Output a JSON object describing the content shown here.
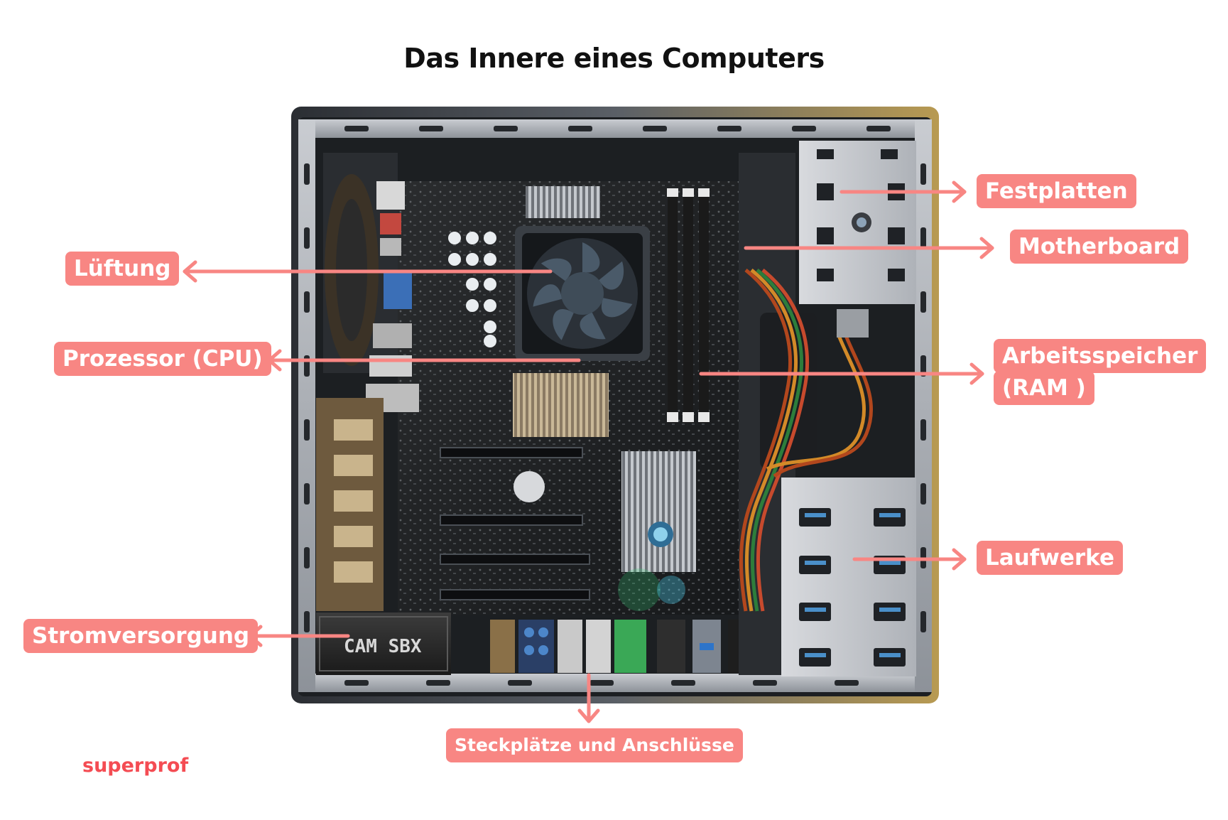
{
  "title": "Das Innere eines Computers",
  "colors": {
    "label_bg": "#f88683",
    "label_text": "#ffffff",
    "arrow": "#f88683",
    "brand": "#f44c53"
  },
  "labels": {
    "festplatten": "Festplatten",
    "motherboard": "Motherboard",
    "lueftung": "Lüftung",
    "prozessor": "Prozessor (CPU)",
    "arbeitsspeicher_line1": "Arbeitsspeicher",
    "arbeitsspeicher_line2": "(RAM )",
    "laufwerke": "Laufwerke",
    "stromversorgung": "Stromversorgung",
    "steckplaetze": "Steckplätze und Anschlüsse"
  },
  "psu_marking": "CAM SBX",
  "brand": "superprof"
}
